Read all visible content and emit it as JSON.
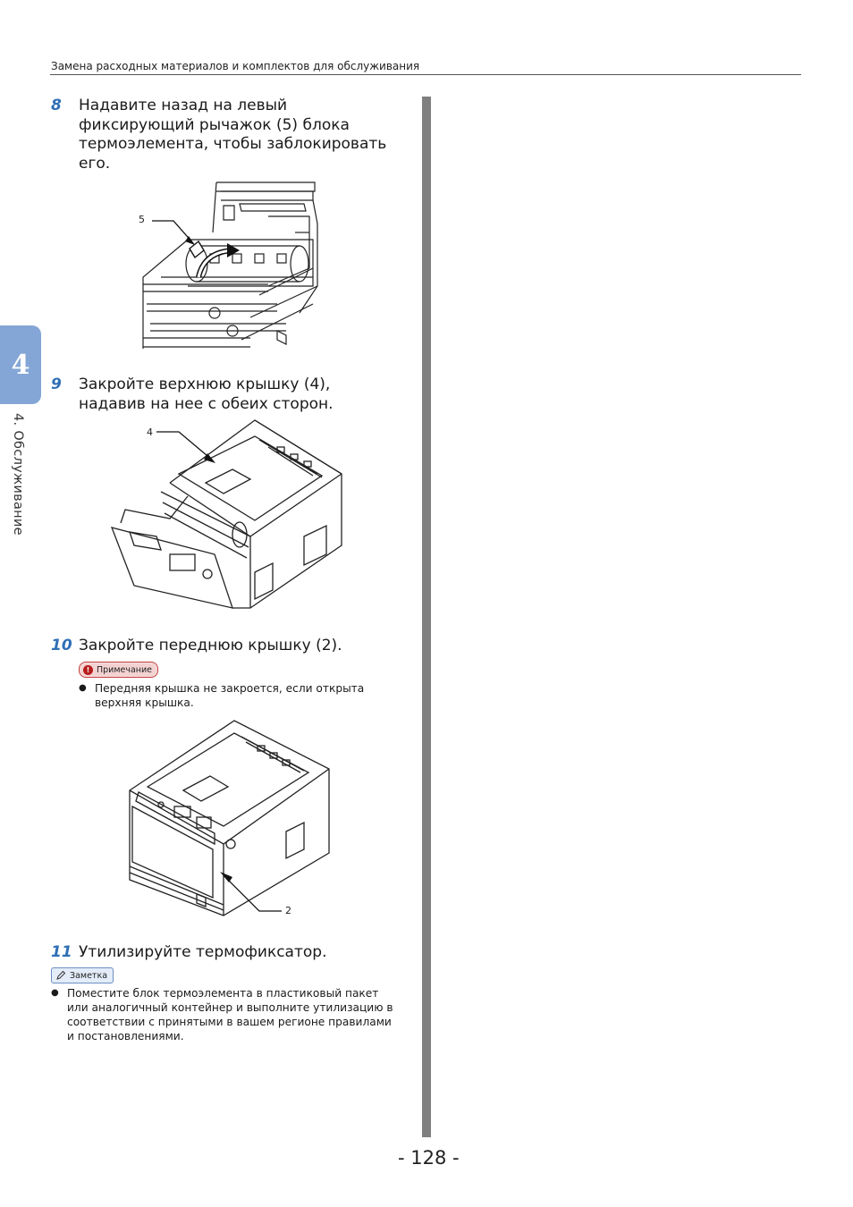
{
  "header": {
    "running_title": "Замена расходных материалов и комплектов для обслуживания"
  },
  "chapter": {
    "tab_number": "4",
    "side_label": "4. Обслуживание"
  },
  "steps": [
    {
      "number": "8",
      "lines": [
        "Надавите назад на левый",
        "фиксирующий рычажок (5) блока",
        "термоэлемента, чтобы заблокировать",
        "его."
      ],
      "callout": "5"
    },
    {
      "number": "9",
      "lines": [
        "Закройте верхнюю крышку (4),",
        "надавив на нее с обеих сторон."
      ],
      "callout": "4"
    },
    {
      "number": "10",
      "lines": [
        "Закройте переднюю крышку (2)."
      ],
      "note_label": "Примечание",
      "note_icon": "!",
      "note_lines": [
        "Передняя крышка не закроется, если открыта",
        "верхняя крышка."
      ],
      "callout": "2"
    },
    {
      "number": "11",
      "lines": [
        "Утилизируйте термофиксатор."
      ],
      "memo_label": "Заметка",
      "memo_lines": [
        "Поместите блок термоэлемента в пластиковый пакет",
        "или аналогичный контейнер и выполните утилизацию в",
        "соответствии с принятыми в вашем регионе правилами",
        "и постановлениями."
      ]
    }
  ],
  "footer": {
    "page_number": "- 128 -"
  },
  "colors": {
    "step_number": "#2f6fb6",
    "chapter_tab": "#84a6d6",
    "column_bar": "#7f7f7f",
    "note_badge": "#c23a3a",
    "memo_badge": "#6b8ec4"
  },
  "icons": {
    "note": "exclamation-icon",
    "memo": "pencil-icon"
  }
}
